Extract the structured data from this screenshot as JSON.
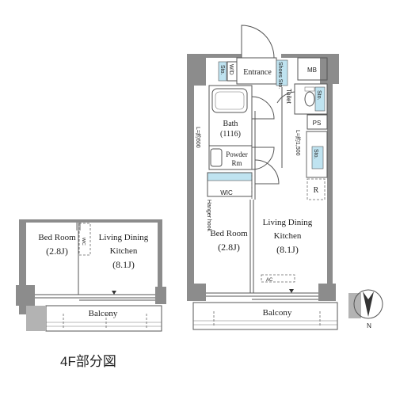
{
  "floor_label": "4F部分図",
  "north_label": "N",
  "partial_unit": {
    "bed_room": "Bed Room",
    "bed_room_size": "(2.8J)",
    "ldk_line1": "Living Dining",
    "ldk_line2": "Kitchen",
    "ldk_size": "(8.1J)",
    "balcony": "Balcony",
    "wic_mark": "WIC"
  },
  "main_unit": {
    "entrance": "Entrance",
    "mb": "MB",
    "sto_left": "Sto.",
    "wd": "W/D",
    "shoes_sto": "Shoes Sto.",
    "toilet": "Toilet",
    "toilet_sto": "Sto.",
    "bath": "Bath",
    "bath_size": "(1116)",
    "ps": "PS",
    "powder_rm_1": "Powder",
    "powder_rm_2": "Rm",
    "dim_left": "L=約600",
    "dim_right": "L=約1,500",
    "kitchen_sto": "Sto.",
    "refrigerator": "R",
    "wic": "WIC",
    "hanger_hook": "Hanger hook",
    "bed_room": "Bed Room",
    "bed_room_size": "(2.8J)",
    "ldk_line1": "Living Dining",
    "ldk_line2": "Kitchen",
    "ldk_size": "(8.1J)",
    "ac": "AC",
    "balcony": "Balcony"
  }
}
